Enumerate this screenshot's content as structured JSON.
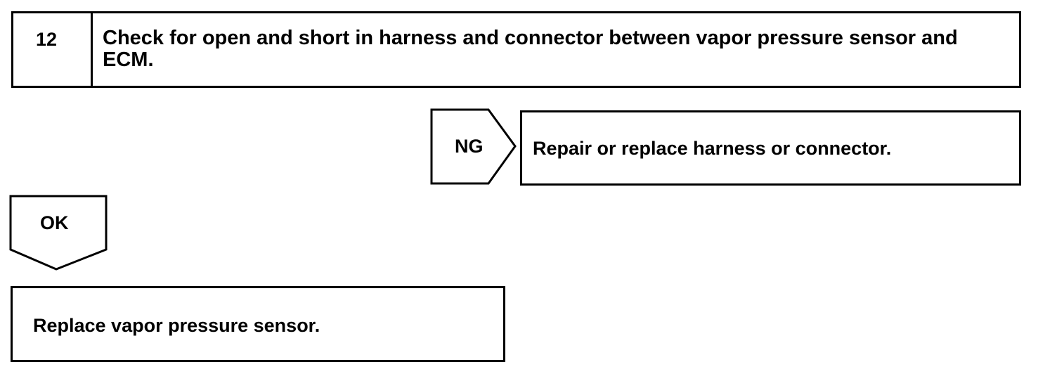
{
  "step": {
    "number": "12",
    "title": "Check for open and short in harness and connector between vapor pressure sensor and ECM."
  },
  "ng_branch": {
    "label": "NG",
    "action": "Repair or replace harness or connector."
  },
  "ok_branch": {
    "label": "OK",
    "action": "Replace vapor pressure sensor."
  }
}
